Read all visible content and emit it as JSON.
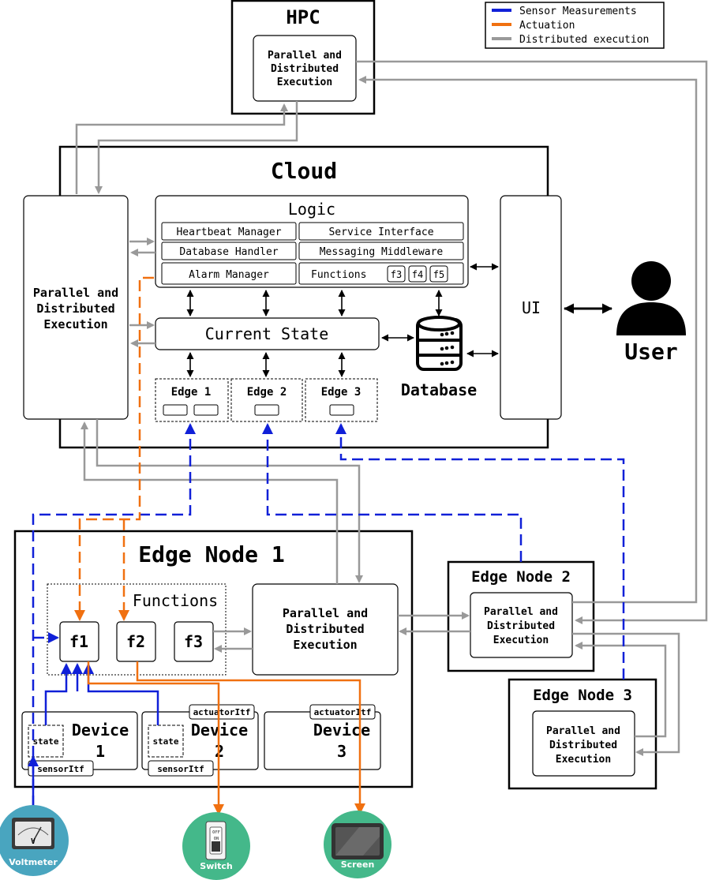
{
  "legend": {
    "items": [
      {
        "label": "Sensor Measurements",
        "color": "#1020d8"
      },
      {
        "label": "Actuation",
        "color": "#f07010"
      },
      {
        "label": "Distributed execution",
        "color": "#999999"
      }
    ]
  },
  "hpc": {
    "title": "HPC",
    "pde_line1": "Parallel and",
    "pde_line2": "Distributed",
    "pde_line3": "Execution"
  },
  "cloud": {
    "title": "Cloud",
    "pde_line1": "Parallel and",
    "pde_line2": "Distributed",
    "pde_line3": "Execution",
    "logic": {
      "title": "Logic",
      "heartbeat": "Heartbeat Manager",
      "service": "Service Interface",
      "db_handler": "Database Handler",
      "messaging": "Messaging Middleware",
      "alarm": "Alarm Manager",
      "functions": "Functions",
      "f3": "f3",
      "f4": "f4",
      "f5": "f5"
    },
    "current_state": "Current State",
    "edges": [
      "Edge 1",
      "Edge 2",
      "Edge 3"
    ],
    "database": "Database",
    "ui": "UI"
  },
  "user": "User",
  "edge_node_1": {
    "title": "Edge Node 1",
    "functions_title": "Functions",
    "f1": "f1",
    "f2": "f2",
    "f3": "f3",
    "pde_line1": "Parallel and",
    "pde_line2": "Distributed",
    "pde_line3": "Execution",
    "device1": {
      "line1": "Device",
      "line2": "1",
      "state": "state",
      "itf": "sensorItf"
    },
    "device2": {
      "line1": "Device",
      "line2": "2",
      "state": "state",
      "itf": "sensorItf",
      "act_itf": "actuatorItf"
    },
    "device3": {
      "line1": "Device",
      "line2": "3",
      "act_itf": "actuatorItf"
    }
  },
  "edge_node_2": {
    "title": "Edge Node 2",
    "pde_line1": "Parallel and",
    "pde_line2": "Distributed",
    "pde_line3": "Execution"
  },
  "edge_node_3": {
    "title": "Edge Node 3",
    "pde_line1": "Parallel and",
    "pde_line2": "Distributed",
    "pde_line3": "Execution"
  },
  "peripherals": {
    "voltmeter": "Voltmeter",
    "switch": "Switch",
    "switch_off": "OFF",
    "switch_on": "ON",
    "screen": "Screen",
    "voltmeter_symbol": "V"
  }
}
